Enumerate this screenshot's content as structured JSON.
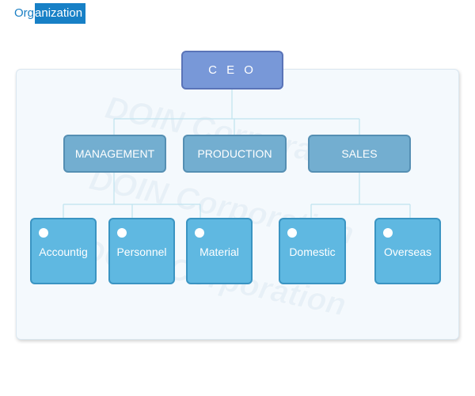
{
  "page": {
    "title_part1": "Org",
    "title_part2": "anization"
  },
  "watermark": {
    "text": "DOIN Corporation"
  },
  "chart": {
    "ceo": "C E O",
    "departments": [
      {
        "label": "MANAGEMENT"
      },
      {
        "label": "PRODUCTION"
      },
      {
        "label": "SALES"
      }
    ],
    "teams": [
      {
        "label": "Accountig"
      },
      {
        "label": "Personnel"
      },
      {
        "label": "Material"
      },
      {
        "label": "Domestic"
      },
      {
        "label": "Overseas"
      }
    ]
  },
  "colors": {
    "ceo_fill": "#7898d8",
    "dept_fill": "#73aed0",
    "team_fill": "#5fb8e1",
    "connector": "#bfe3ef",
    "title_highlight": "#1780c6"
  }
}
